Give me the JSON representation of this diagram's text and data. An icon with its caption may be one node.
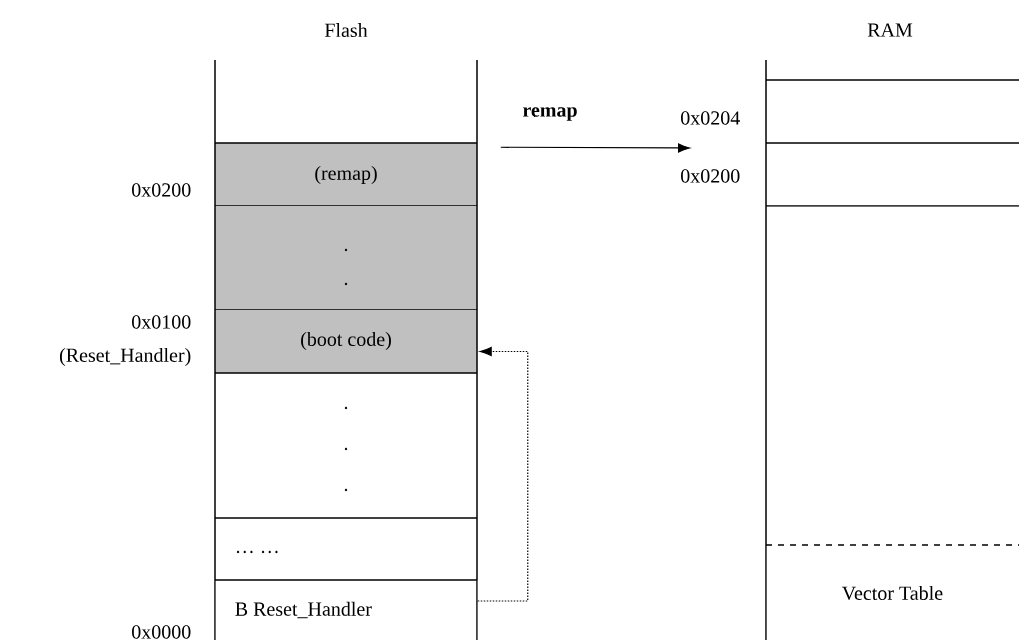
{
  "diagram": {
    "nodes": [
      {
        "text": [],
        "shape": "box"
      },
      {
        "text": [
          "(remap)"
        ]
      },
      {
        "text": [
          ".",
          "."
        ]
      },
      {
        "text": [
          "(boot code)"
        ]
      },
      {
        "text": [
          ".",
          ".",
          "."
        ]
      },
      {
        "text": [
          "… …"
        ]
      },
      {
        "text": [
          "B Reset_Handler"
        ]
      },
      {
        "text": [],
        "shape": "box"
      },
      {
        "text": [],
        "shape": "box"
      },
      {
        "text": [],
        "shape": "box"
      },
      {
        "text": [
          "Vector Table"
        ]
      }
    ],
    "edges": [
      {
        "from": 1,
        "to": null,
        "arrow": "to",
        "label": "remap"
      },
      {
        "from": 6,
        "to": 3,
        "arrow": "to",
        "style": "dashed"
      }
    ],
    "labels": [
      "Flash",
      "RAM",
      "0x0204",
      "0x0200",
      "0x0200",
      "0x0100",
      "(Reset_Handler)",
      "0x0000"
    ]
  }
}
